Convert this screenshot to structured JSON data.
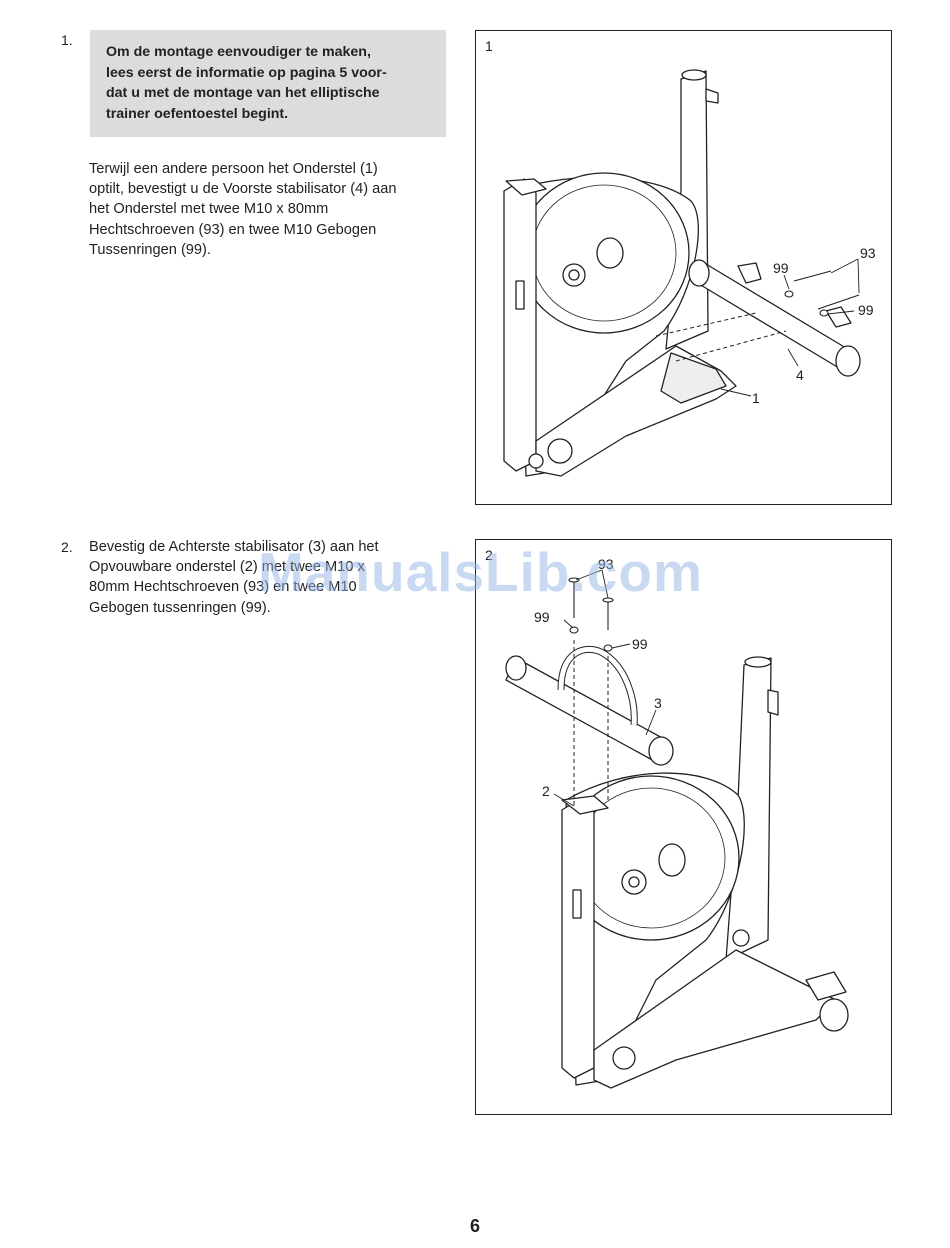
{
  "step1": {
    "number": "1.",
    "note_lines": [
      "Om de montage eenvoudiger te maken,",
      "lees eerst de informatie op pagina 5 voor-",
      "dat u met de montage van het elliptische",
      "trainer oefentoestel begint."
    ],
    "text_lines": [
      "Terwijl een andere persoon het Onderstel (1)",
      "optilt, bevestigt u de Voorste stabilisator (4) aan",
      "het Onderstel met twee M10 x 80mm",
      "Hechtschroeven (93) en twee M10 Gebogen",
      "Tussenringen (99)."
    ],
    "figure": {
      "number": "1",
      "labels": {
        "washer_left": "99",
        "bolt": "93",
        "washer_right": "99",
        "stabilizer": "4",
        "frame": "1"
      }
    }
  },
  "step2": {
    "number": "2.",
    "text_lines": [
      "Bevestig de Achterste stabilisator (3) aan het",
      "Opvouwbare onderstel (2) met twee M10 x",
      "80mm Hechtschroeven (93) en twee M10",
      "Gebogen tussenringen (99)."
    ],
    "figure": {
      "number": "2",
      "labels": {
        "bolt": "93",
        "washer_left": "99",
        "washer_right": "99",
        "stabilizer": "3",
        "frame": "2"
      }
    }
  },
  "watermark": "ManualsLib.com",
  "page_number": "6"
}
